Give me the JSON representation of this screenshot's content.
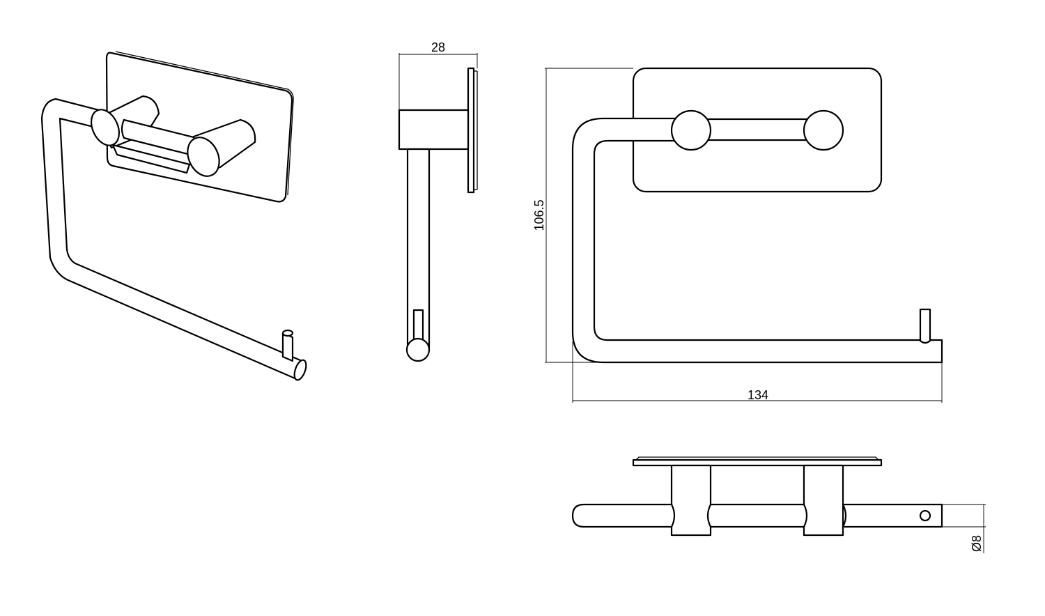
{
  "drawing": {
    "stroke_color": "#000000",
    "background_color": "#ffffff"
  },
  "dimensions": {
    "depth": "28",
    "height": "106.5",
    "width": "134",
    "diameter": "Ø8"
  }
}
